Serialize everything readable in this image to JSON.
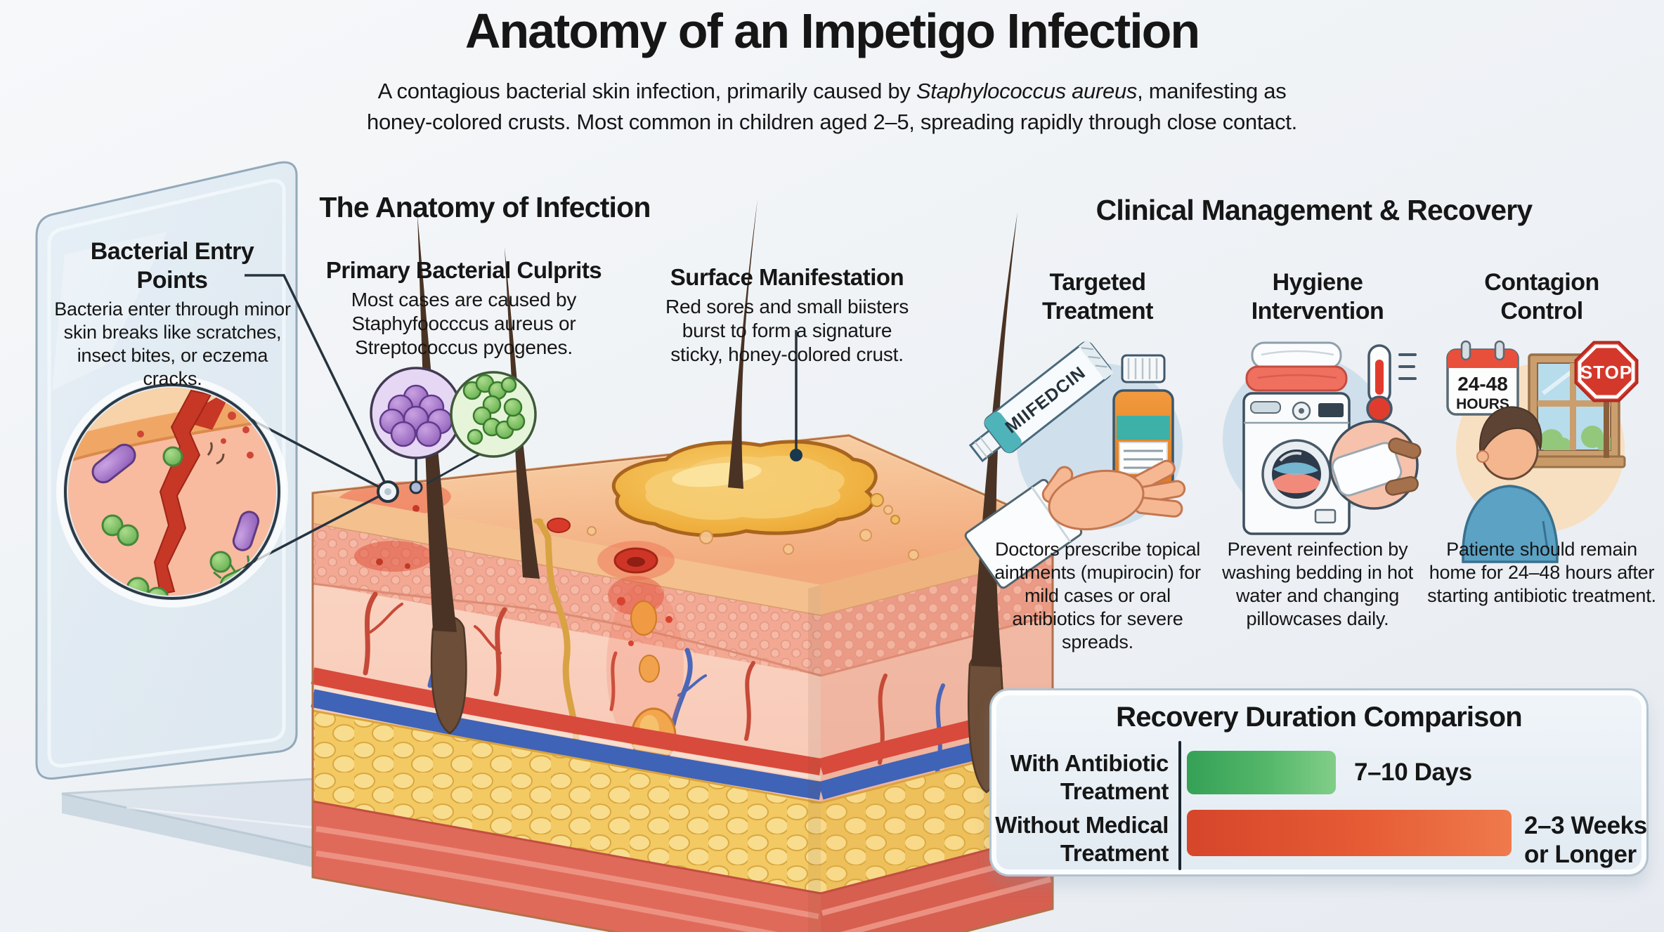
{
  "header": {
    "title": "Anatomy of an Impetigo Infection",
    "subtitle_part1": "A contagious bacterial skin infection, primarily caused by ",
    "subtitle_italic": "Staphylococcus aureus",
    "subtitle_part2": ", manifesting as",
    "subtitle_line2": "honey-colored crusts. Most common in children aged 2–5, spreading rapidly through close contact."
  },
  "anatomy": {
    "heading": "The Anatomy of Infection",
    "entry_points": {
      "title": "Bacterial Entry Points",
      "body": "Bacteria enter through minor skin breaks like scratches, insect bites, or eczema cracks."
    },
    "culprits": {
      "title": "Primary Bacterial Culprits",
      "body": "Most cases are caused by Staphyfoocccus aureus or Streptococcus pyogenes."
    },
    "surface": {
      "title": "Surface Manifestation",
      "body": "Red sores and small biisters burst to form a signature sticky, honey-colored crust."
    }
  },
  "clinical": {
    "heading": "Clinical Management & Recovery",
    "treatment": {
      "title": "Targeted Treatment",
      "body": "Doctors prescribe topical aintments (mupirocin) for mild cases or oral antibiotics for severe spreads.",
      "tube_label": "MIIFEDCIN"
    },
    "hygiene": {
      "title": "Hygiene Intervention",
      "body": "Prevent reinfection by washing bedding in hot water and changing pillowcases daily."
    },
    "contagion": {
      "title": "Contagion Control",
      "body": "Patiente should remain home for 24–48 hours after starting antibiotic treatment.",
      "calendar_line1": "24-48",
      "calendar_line2": "HOURS",
      "stop_label": "STOP"
    }
  },
  "recovery": {
    "title": "Recovery Duration Comparison",
    "rows": [
      {
        "label": "With Antibiotic Treatment",
        "value_label": "7–10 Days"
      },
      {
        "label": "Without Medical Treatment",
        "value_label": "2–3 Weeks or Longer"
      }
    ]
  },
  "chart_data": {
    "type": "bar",
    "title": "Recovery Duration Comparison",
    "orientation": "horizontal",
    "categories": [
      "With Antibiotic Treatment",
      "Without Medical Treatment"
    ],
    "values_days": [
      10,
      21
    ],
    "value_labels": [
      "7–10 Days",
      "2–3 Weeks or Longer"
    ],
    "colors": [
      "#55b76a",
      "#e65c35"
    ],
    "xlim": [
      0,
      22
    ],
    "grid": false,
    "legend": false
  },
  "icons": [
    "magnifier-inset-icon",
    "staphylococcus-icon",
    "streptococcus-icon",
    "skin-block-icon",
    "hand-icon",
    "ointment-tube-icon",
    "pill-bottle-icon",
    "washing-machine-icon",
    "thermometer-icon",
    "pillowcase-inset-icon",
    "calendar-icon",
    "window-icon",
    "stop-sign-icon",
    "child-icon"
  ],
  "colors": {
    "bar_green": "#55b76a",
    "bar_red": "#e65c35",
    "calendar_red": "#e8503c",
    "stop_red": "#d4382b",
    "glass_blue": "#dfebf4",
    "crust_gold": "#efae3c",
    "text": "#161616"
  }
}
